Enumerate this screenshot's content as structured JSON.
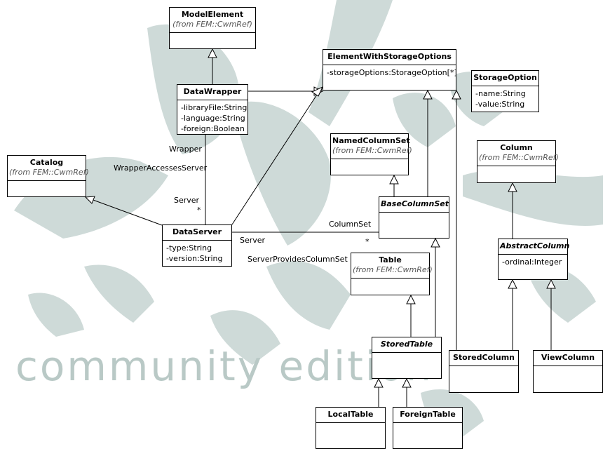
{
  "watermark": "community edition",
  "classes": {
    "model_element": {
      "name": "ModelElement",
      "from": "(from FEM::CwmRef)"
    },
    "data_wrapper": {
      "name": "DataWrapper",
      "attrs": [
        "-libraryFile:String",
        "-language:String",
        "-foreign:Boolean"
      ]
    },
    "element_with_storage_options": {
      "name": "ElementWithStorageOptions",
      "attrs": [
        "-storageOptions:StorageOption[*]"
      ]
    },
    "storage_option": {
      "name": "StorageOption",
      "attrs": [
        "-name:String",
        "-value:String"
      ]
    },
    "catalog": {
      "name": "Catalog",
      "from": "(from FEM::CwmRef)"
    },
    "named_column_set": {
      "name": "NamedColumnSet",
      "from": "(from FEM::CwmRef)"
    },
    "column": {
      "name": "Column",
      "from": "(from FEM::CwmRef)"
    },
    "data_server": {
      "name": "DataServer",
      "attrs": [
        "-type:String",
        "-version:String"
      ]
    },
    "base_column_set": {
      "name": "BaseColumnSet"
    },
    "abstract_column": {
      "name": "AbstractColumn",
      "attrs": [
        "-ordinal:Integer"
      ]
    },
    "table": {
      "name": "Table",
      "from": "(from FEM::CwmRef)"
    },
    "stored_table": {
      "name": "StoredTable"
    },
    "stored_column": {
      "name": "StoredColumn"
    },
    "view_column": {
      "name": "ViewColumn"
    },
    "local_table": {
      "name": "LocalTable"
    },
    "foreign_table": {
      "name": "ForeignTable"
    }
  },
  "associations": {
    "wrapper_accesses_server": {
      "name": "WrapperAccessesServer",
      "end_a": "Wrapper",
      "end_b": "Server",
      "mult_b": "*"
    },
    "server_provides_column_set": {
      "name": "ServerProvidesColumnSet",
      "end_a": "Server",
      "end_b": "ColumnSet",
      "mult_b": "*"
    }
  }
}
